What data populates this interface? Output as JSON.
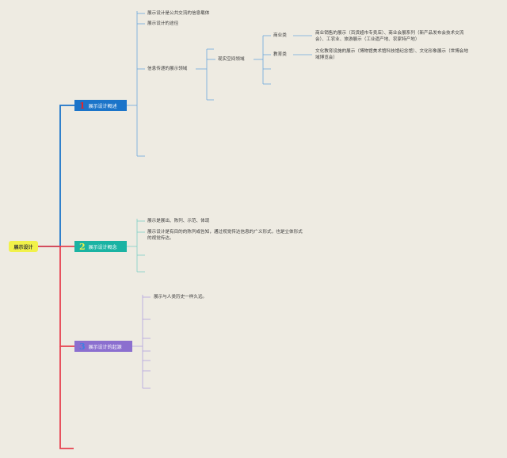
{
  "root": {
    "label": "展示设计",
    "color": "#f1f14a"
  },
  "branches": [
    {
      "num": "1",
      "label": "展示设计概述",
      "color": "#1b74c9",
      "num_color": "#e0262a"
    },
    {
      "num": "2",
      "label": "展示设计概念",
      "color": "#1ab3a3",
      "num_color": "#f1f14a"
    },
    {
      "num": "3",
      "label": "展示设计的起源",
      "color": "#8b6fcf",
      "num_color": "#3f7fe0"
    }
  ],
  "branch1": {
    "items": [
      "展示设计是公共交流的信息载体",
      "展示设计的途径",
      "信息传递的展示领域"
    ],
    "sub": "现实空间领域",
    "categories": [
      "商业类",
      "教育类"
    ],
    "commerce_lines": [
      "商业销售的展示（百货超市专卖店）、商业会展系列（新产品发布会技术交流",
      "会）、工农业、旅游展示（工业遗产地、农家特产地）"
    ],
    "education_lines": [
      "文化教育设施的展示（博物馆美术馆科技馆纪念馆）、文化形象展示（世博会地",
      "域博览会）"
    ]
  },
  "branch2": {
    "items": [
      "展示是展出、陈列、示范、体现"
    ],
    "definition_lines": [
      "展示设计是有目的的陈列或告知，通过视觉传达信息的广义形式，也是立体形式",
      "的视觉传达。"
    ]
  },
  "branch3": {
    "items": [
      "展示与人类历史一样久远。"
    ]
  },
  "colors": {
    "line_blue": "#1b74c9",
    "line_red": "#e6424f",
    "line_teal": "#1ab3a3",
    "line_purple": "#8b6fcf",
    "line_sub_blue": "#6da9dc",
    "line_sub_teal": "#7fd0c7",
    "line_sub_purple": "#b3a3e0"
  }
}
